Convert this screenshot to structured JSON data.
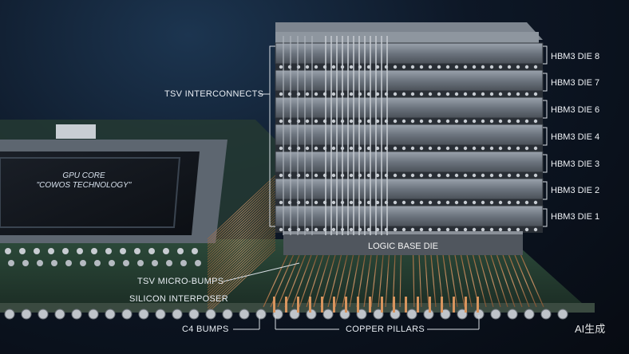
{
  "dies": [
    {
      "label": "HBM3 DIE 8"
    },
    {
      "label": "HBM3 DIE 7"
    },
    {
      "label": "HBM3 DIE 6"
    },
    {
      "label": "HBM3 DIE 4"
    },
    {
      "label": "HBM3 DIE 3"
    },
    {
      "label": "HBM3 DIE 2"
    },
    {
      "label": "HBM3 DIE 1"
    }
  ],
  "labels": {
    "tsv_interconnects": "TSV INTERCONNECTS",
    "gpu_core_line1": "GPU CORE",
    "gpu_core_line2": "\"COWOS TECHNOLOGY\"",
    "logic_base_die": "LOGIC BASE DIE",
    "tsv_micro_bumps": "TSV MICRO-BUMPS",
    "silicon_interposer": "SILICON INTERPOSER",
    "c4_bumps": "C4 BUMPS",
    "copper_pillars": "COPPER PILLARS"
  },
  "watermark": "AI生成"
}
